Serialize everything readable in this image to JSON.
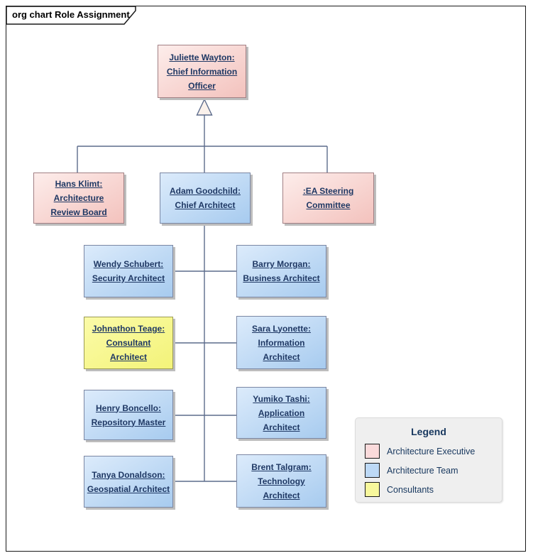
{
  "frame": {
    "title": "org chart Role Assignment"
  },
  "nodes": [
    {
      "id": "juliette",
      "label": "Juliette Wayton:\nChief Information\nOfficer",
      "type": "executive"
    },
    {
      "id": "hans",
      "label": "Hans Klimt:\nArchitecture\nReview Board",
      "type": "executive"
    },
    {
      "id": "adam",
      "label": "Adam Goodchild:\nChief Architect",
      "type": "team"
    },
    {
      "id": "ea",
      "label": ":EA Steering\nCommittee",
      "type": "executive"
    },
    {
      "id": "wendy",
      "label": "Wendy Schubert:\nSecurity Architect",
      "type": "team"
    },
    {
      "id": "barry",
      "label": "Barry Morgan:\nBusiness Architect",
      "type": "team"
    },
    {
      "id": "john",
      "label": "Johnathon Teage:\nConsultant\nArchitect",
      "type": "consultant"
    },
    {
      "id": "sara",
      "label": "Sara Lyonette:\nInformation\nArchitect",
      "type": "team"
    },
    {
      "id": "henry",
      "label": "Henry Boncello:\nRepository Master",
      "type": "team"
    },
    {
      "id": "yumiko",
      "label": "Yumiko Tashi:\nApplication\nArchitect",
      "type": "team"
    },
    {
      "id": "tanya",
      "label": "Tanya Donaldson:\nGeospatial Architect",
      "type": "team"
    },
    {
      "id": "brent",
      "label": "Brent Talgram:\nTechnology\nArchitect",
      "type": "team"
    }
  ],
  "legend": {
    "title": "Legend",
    "items": [
      {
        "label": "Architecture Executive",
        "color": "#FADADB"
      },
      {
        "label": "Architecture Team",
        "color": "#BDD9F6"
      },
      {
        "label": "Consultants",
        "color": "#F8F89C"
      }
    ]
  },
  "colors": {
    "executive_fill": "#F3C2BD",
    "team_fill": "#A7CBEF",
    "consultant_fill": "#F3F379",
    "node_text": "#1F3864",
    "connector": "#5C6B8C",
    "legend_bg": "#EFEFEF"
  }
}
